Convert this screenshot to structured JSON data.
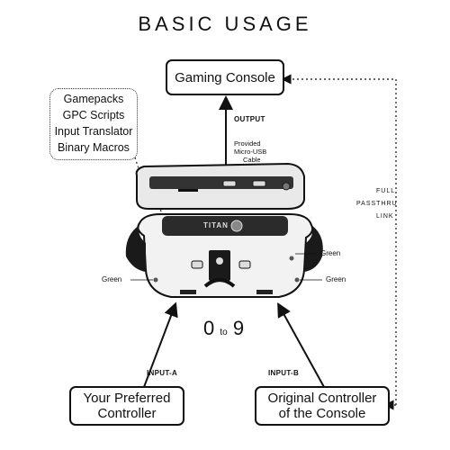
{
  "title": "BASIC USAGE",
  "boxes": {
    "console": "Gaming Console",
    "preferred": [
      "Your Preferred",
      "Controller"
    ],
    "original": [
      "Original Controller",
      "of the Console"
    ]
  },
  "features": [
    "Gamepacks",
    "GPC Scripts",
    "Input Translator",
    "Binary Macros"
  ],
  "labels": {
    "output": "OUTPUT",
    "cable": [
      "Provided",
      "Micro-USB",
      "Cable"
    ],
    "passthru": [
      "FULL",
      "PASSTHRU",
      "LINK"
    ],
    "input_a": "INPUT-A",
    "input_b": "INPUT-B",
    "green_right_top": "Green",
    "green_left": "Green",
    "green_right_bottom": "Green",
    "digits_start": "0",
    "digits_to": "to",
    "digits_end": "9",
    "device_brand": "TITAN"
  },
  "colors": {
    "ink": "#111111",
    "device": "#1a1a1a",
    "device_light": "#e6e6e6"
  }
}
